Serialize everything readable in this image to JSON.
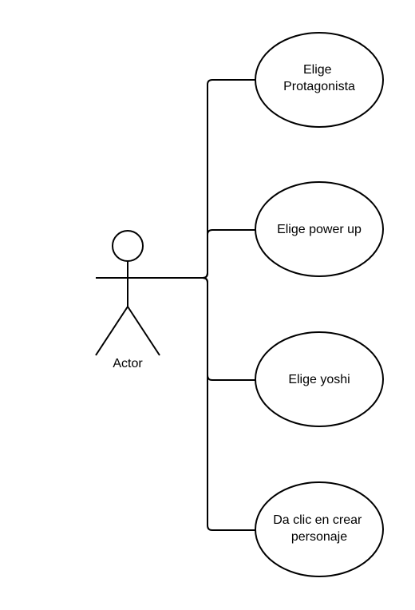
{
  "actor": {
    "label": "Actor"
  },
  "use_cases": [
    {
      "lines": [
        "Elige",
        "Protagonista"
      ]
    },
    {
      "lines": [
        "Elige power up"
      ]
    },
    {
      "lines": [
        "Elige yoshi"
      ]
    },
    {
      "lines": [
        "Da clic en crear",
        "personaje"
      ]
    }
  ],
  "colors": {
    "stroke": "#000000",
    "fill": "#ffffff",
    "text": "#000000"
  }
}
